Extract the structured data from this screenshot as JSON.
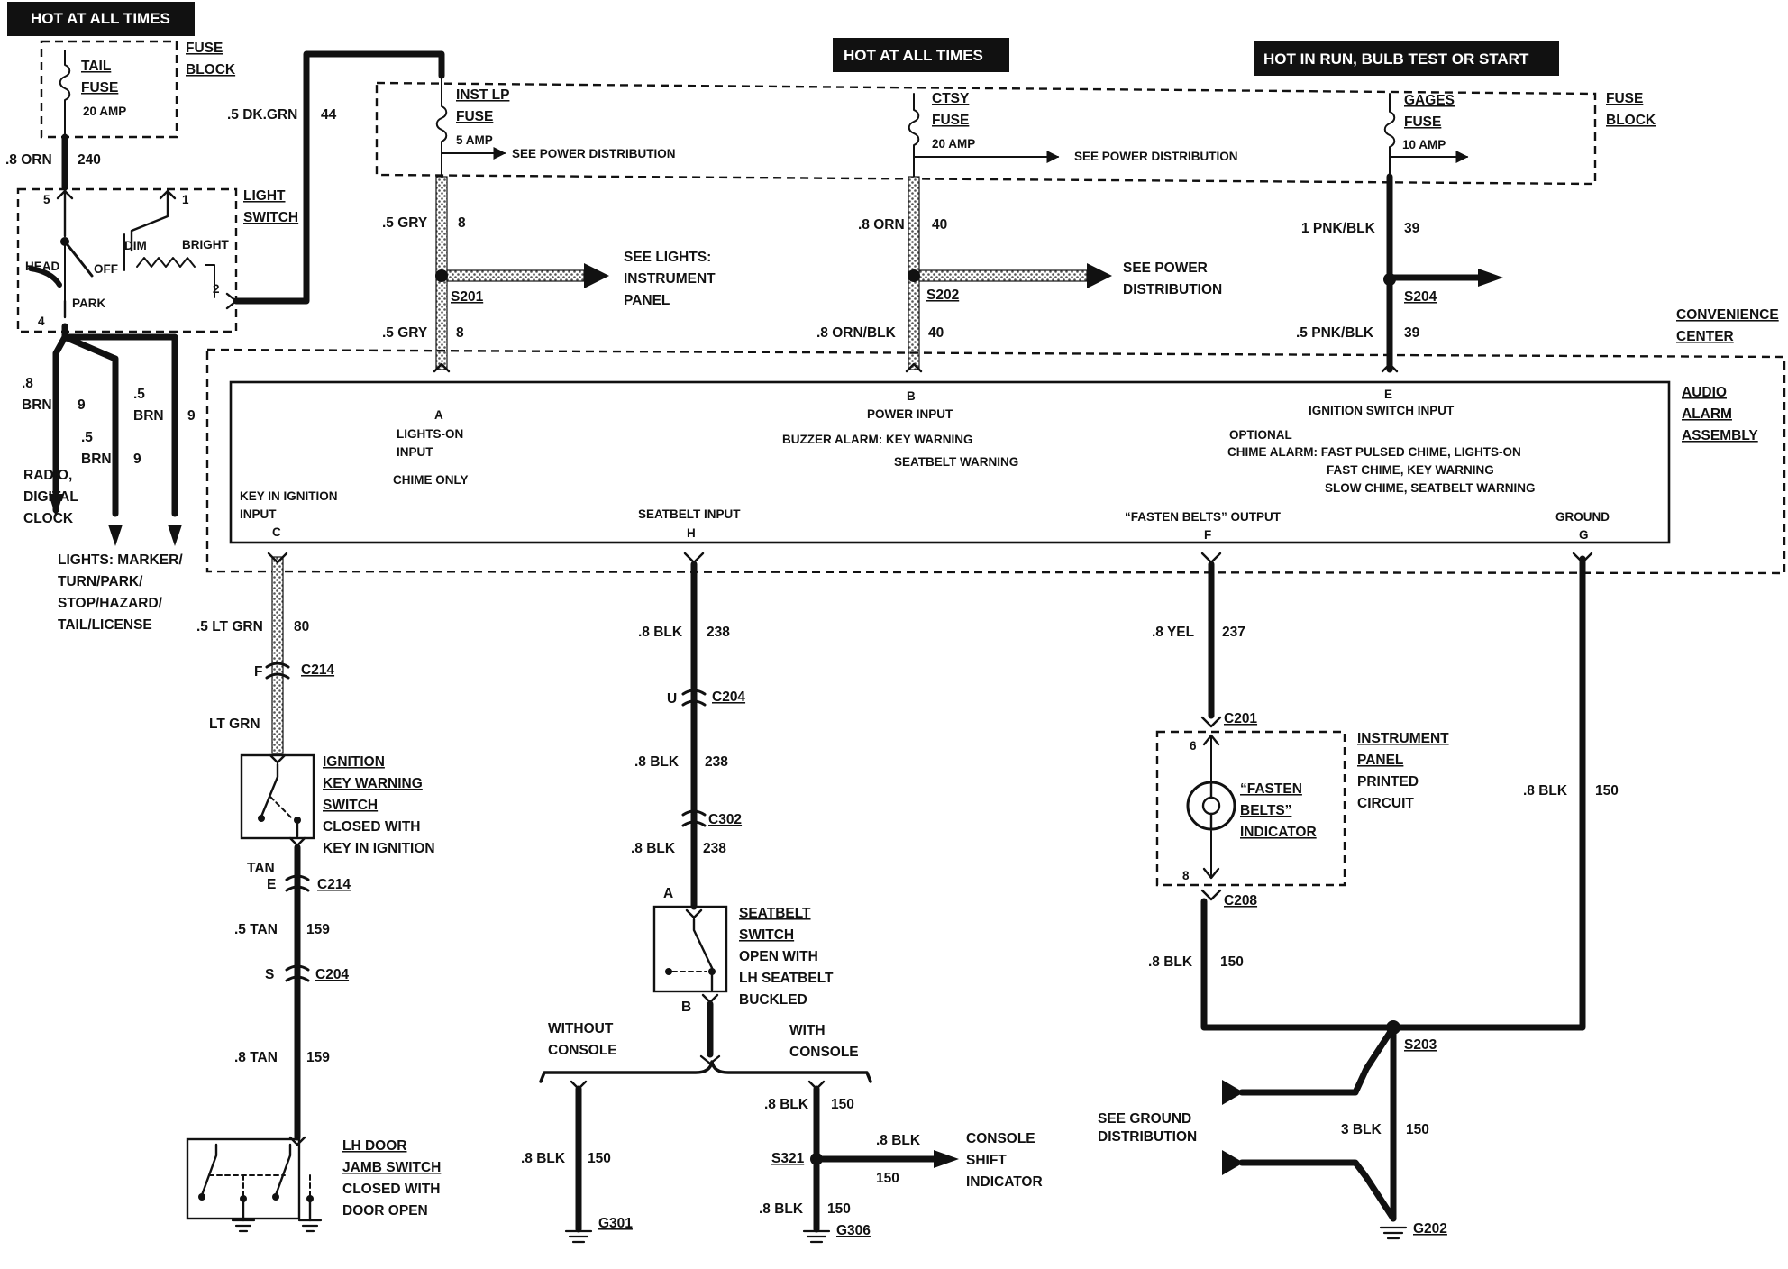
{
  "hot_labels": {
    "h1": "HOT AT ALL TIMES",
    "h2": "HOT AT ALL TIMES",
    "h3": "HOT IN RUN,  BULB TEST OR START"
  },
  "fuse_block_1": {
    "fuse_line1": "TAIL",
    "fuse_line2": "FUSE",
    "rating": "20 AMP",
    "block_line1": "FUSE",
    "block_line2": "BLOCK"
  },
  "fuse_block_2": {
    "block_line1": "FUSE",
    "block_line2": "BLOCK"
  },
  "fuses": [
    {
      "line1": "INST LP",
      "line2": "FUSE",
      "rating": "5 AMP",
      "note": "SEE POWER DISTRIBUTION"
    },
    {
      "line1": "CTSY",
      "line2": "FUSE",
      "rating": "20 AMP",
      "note": "SEE POWER DISTRIBUTION"
    },
    {
      "line1": "GAGES",
      "line2": "FUSE",
      "rating": "10 AMP"
    }
  ],
  "light_switch": {
    "title1": "LIGHT",
    "title2": "SWITCH",
    "head": "HEAD",
    "off": "OFF",
    "park": "PARK",
    "dim": "DIM",
    "bright": "BRIGHT",
    "pin5": "5",
    "pin1": "1",
    "pin2": "2",
    "pin4": "4"
  },
  "wires": {
    "dkgrn": ".5 DK.GRN",
    "dkgrn_c": "44",
    "orn240": ".8 ORN",
    "orn240_c": "240",
    "gry_top": ".5 GRY",
    "gry_top_c": "8",
    "gry_bot": ".5 GRY",
    "gry_bot_c": "8",
    "orn40": ".8 ORN",
    "orn40_c": "40",
    "ornblk": ".8 ORN/BLK",
    "ornblk_c": "40",
    "pnkblk_top": "1 PNK/BLK",
    "pnkblk_top_c": "39",
    "pnkblk_bot": ".5 PNK/BLK",
    "pnkblk_bot_c": "39",
    "brn_a_1": ".8",
    "brn_a_2": "BRN",
    "brn_a_c": "9",
    "brn_b_1": ".5",
    "brn_b_2": "BRN",
    "brn_b_c": "9",
    "brn_c_1": ".5",
    "brn_c_2": "BRN",
    "brn_c_c": "9",
    "ltgrn": ".5 LT GRN",
    "ltgrn_c": "80",
    "ltgrn2": "LT GRN",
    "tan": "TAN",
    "tan159": ".5 TAN",
    "tan159_c": "159",
    "tan159b": ".8 TAN",
    "tan159b_c": "159",
    "blk238a": ".8 BLK",
    "blk238a_c": "238",
    "blk238b": ".8 BLK",
    "blk238b_c": "238",
    "blk238c": ".8 BLK",
    "blk238c_c": "238",
    "yel237": ".8 YEL",
    "yel237_c": "237",
    "blk150_ip": ".8 BLK",
    "blk150_ip_c": "150",
    "blk150_gnd": ".8 BLK",
    "blk150_gnd_c": "150",
    "blk150_g301": ".8 BLK",
    "blk150_g301_c": "150",
    "blk150_c1": ".8 BLK",
    "blk150_c1_c": "150",
    "blk150_c2": ".8 BLK",
    "blk150_c2_c": "150",
    "blk150_shift": ".8 BLK",
    "blk150_shift_c": "150",
    "blk3": "3 BLK",
    "blk3_c": "150"
  },
  "splices": [
    "S201",
    "S202",
    "S204",
    "S203",
    "S321"
  ],
  "connectors": {
    "c214": "C214",
    "c204": "C204",
    "c302": "C302",
    "c201": "C201",
    "c208": "C208"
  },
  "pins": {
    "f": "F",
    "e": "E",
    "s": "S",
    "u": "U",
    "a": "A",
    "b": "B",
    "p6": "6",
    "p8": "8"
  },
  "grounds": [
    "G301",
    "G306",
    "G202"
  ],
  "refs": {
    "lights1": "SEE LIGHTS:",
    "lights2": "INSTRUMENT",
    "lights3": "PANEL",
    "power1": "SEE POWER",
    "power2": "DISTRIBUTION",
    "radio1": "RADIO,",
    "radio2": "DIGITAL",
    "radio3": "CLOCK",
    "lightsb1": "LIGHTS: MARKER/",
    "lightsb2": "TURN/PARK/",
    "lightsb3": "STOP/HAZARD/",
    "lightsb4": "TAIL/LICENSE",
    "conv1": "CONVENIENCE",
    "conv2": "CENTER",
    "gnd1": "SEE GROUND",
    "gnd2": "DISTRIBUTION",
    "console1": "CONSOLE",
    "console2": "SHIFT",
    "console3": "INDICATOR",
    "without1": "WITHOUT",
    "without2": "CONSOLE",
    "with1": "WITH",
    "with2": "CONSOLE"
  },
  "module": {
    "name1": "AUDIO",
    "name2": "ALARM",
    "name3": "ASSEMBLY",
    "a_pin": "A",
    "a_l1": "LIGHTS-ON",
    "a_l2": "INPUT",
    "a_l3": "CHIME ONLY",
    "b_pin": "B",
    "b_l1": "POWER INPUT",
    "buzzer1": "BUZZER ALARM: KEY WARNING",
    "buzzer2": "SEATBELT WARNING",
    "e_pin": "E",
    "e_l1": "IGNITION SWITCH INPUT",
    "chime0": "OPTIONAL",
    "chime1": "CHIME ALARM: FAST PULSED CHIME, LIGHTS-ON",
    "chime2": "FAST CHIME, KEY WARNING",
    "chime3": "SLOW CHIME, SEATBELT WARNING",
    "c_l1": "KEY IN IGNITION",
    "c_l2": "INPUT",
    "c_pin": "C",
    "h_l1": "SEATBELT INPUT",
    "h_pin": "H",
    "f_l1": "“FASTEN BELTS” OUTPUT",
    "f_pin": "F",
    "g_l1": "GROUND",
    "g_pin": "G"
  },
  "ign_switch": {
    "l1": "IGNITION",
    "l2": "KEY WARNING",
    "l3": "SWITCH",
    "l4": "CLOSED WITH",
    "l5": "KEY IN IGNITION"
  },
  "door_switch": {
    "l1": "LH DOOR",
    "l2": "JAMB SWITCH",
    "l3": "CLOSED WITH",
    "l4": "DOOR OPEN"
  },
  "seatbelt_switch": {
    "l1": "SEATBELT",
    "l2": "SWITCH",
    "l3": "OPEN WITH",
    "l4": "LH SEATBELT",
    "l5": "BUCKLED"
  },
  "indicator": {
    "l1": "“FASTEN",
    "l2": "BELTS”",
    "l3": "INDICATOR"
  },
  "ip_circuit": {
    "l1": "INSTRUMENT",
    "l2": "PANEL",
    "l3": "PRINTED",
    "l4": "CIRCUIT"
  }
}
